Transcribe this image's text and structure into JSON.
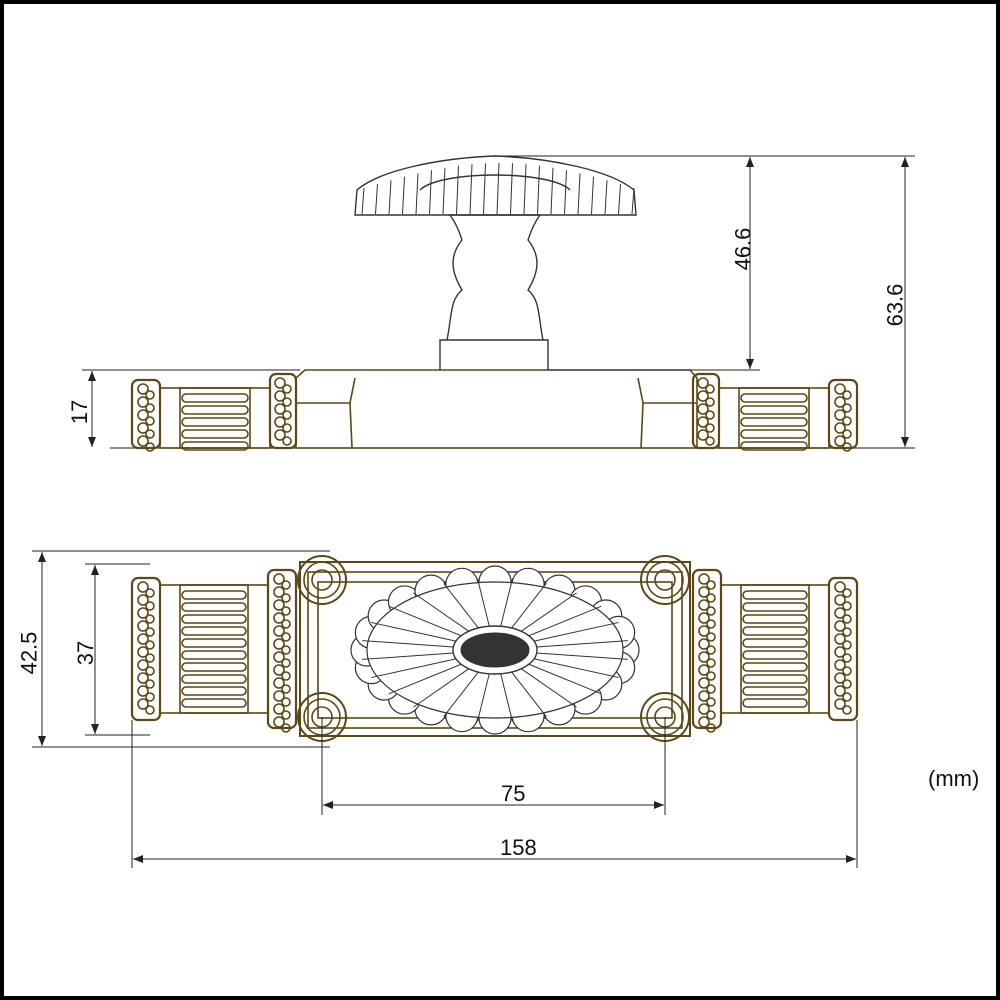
{
  "units": "(mm)",
  "dimensions": {
    "knob_height": "46.6",
    "total_height": "63.6",
    "base_height": "17",
    "plate_width": "42.5",
    "end_width": "37",
    "hole_spacing": "75",
    "total_length": "158"
  },
  "colors": {
    "brass": "#5c4715",
    "knob": "#333333",
    "dimension_line": "#222222"
  }
}
